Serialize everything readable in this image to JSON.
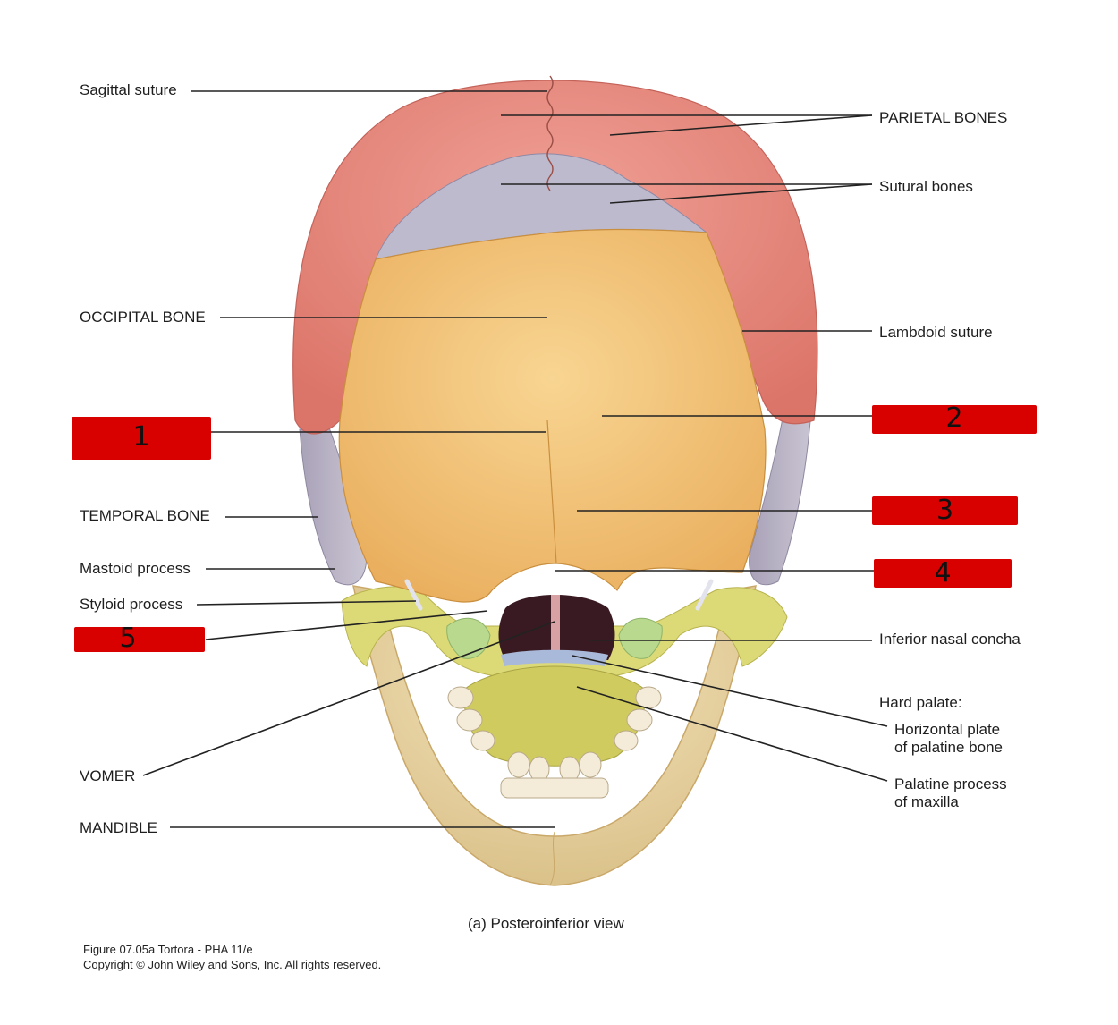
{
  "labels_left": {
    "sagittal_suture": "Sagittal suture",
    "occipital_bone": "OCCIPITAL BONE",
    "temporal_bone": "TEMPORAL BONE",
    "mastoid_process": "Mastoid process",
    "styloid_process": "Styloid process",
    "vomer": "VOMER",
    "mandible": "MANDIBLE"
  },
  "labels_right": {
    "parietal_bones": "PARIETAL BONES",
    "sutural_bones": "Sutural bones",
    "lambdoid_suture": "Lambdoid suture",
    "inferior_nasal_concha": "Inferior nasal concha",
    "hard_palate": "Hard palate:",
    "horizontal_plate_line1": "Horizontal plate",
    "horizontal_plate_line2": "of palatine bone",
    "palatine_process_line1": "Palatine process",
    "palatine_process_line2": "of maxilla"
  },
  "redacted_labels": [
    "1",
    "2",
    "3",
    "4",
    "5"
  ],
  "caption": "(a) Posteroinferior view",
  "credit": {
    "line1": "Figure 07.05a  Tortora - PHA 11/e",
    "line2": "Copyright © John Wiley and Sons, Inc. All rights reserved."
  },
  "colors": {
    "parietal": "#e98a7f",
    "sutural": "#b9b6cc",
    "occipital": "#f2c27a",
    "temporal": "#b8b2c2",
    "mandible": "#ead5a8",
    "maxilla": "#d9d977",
    "concha": "#b9d98f",
    "redaction": "#d90000"
  }
}
